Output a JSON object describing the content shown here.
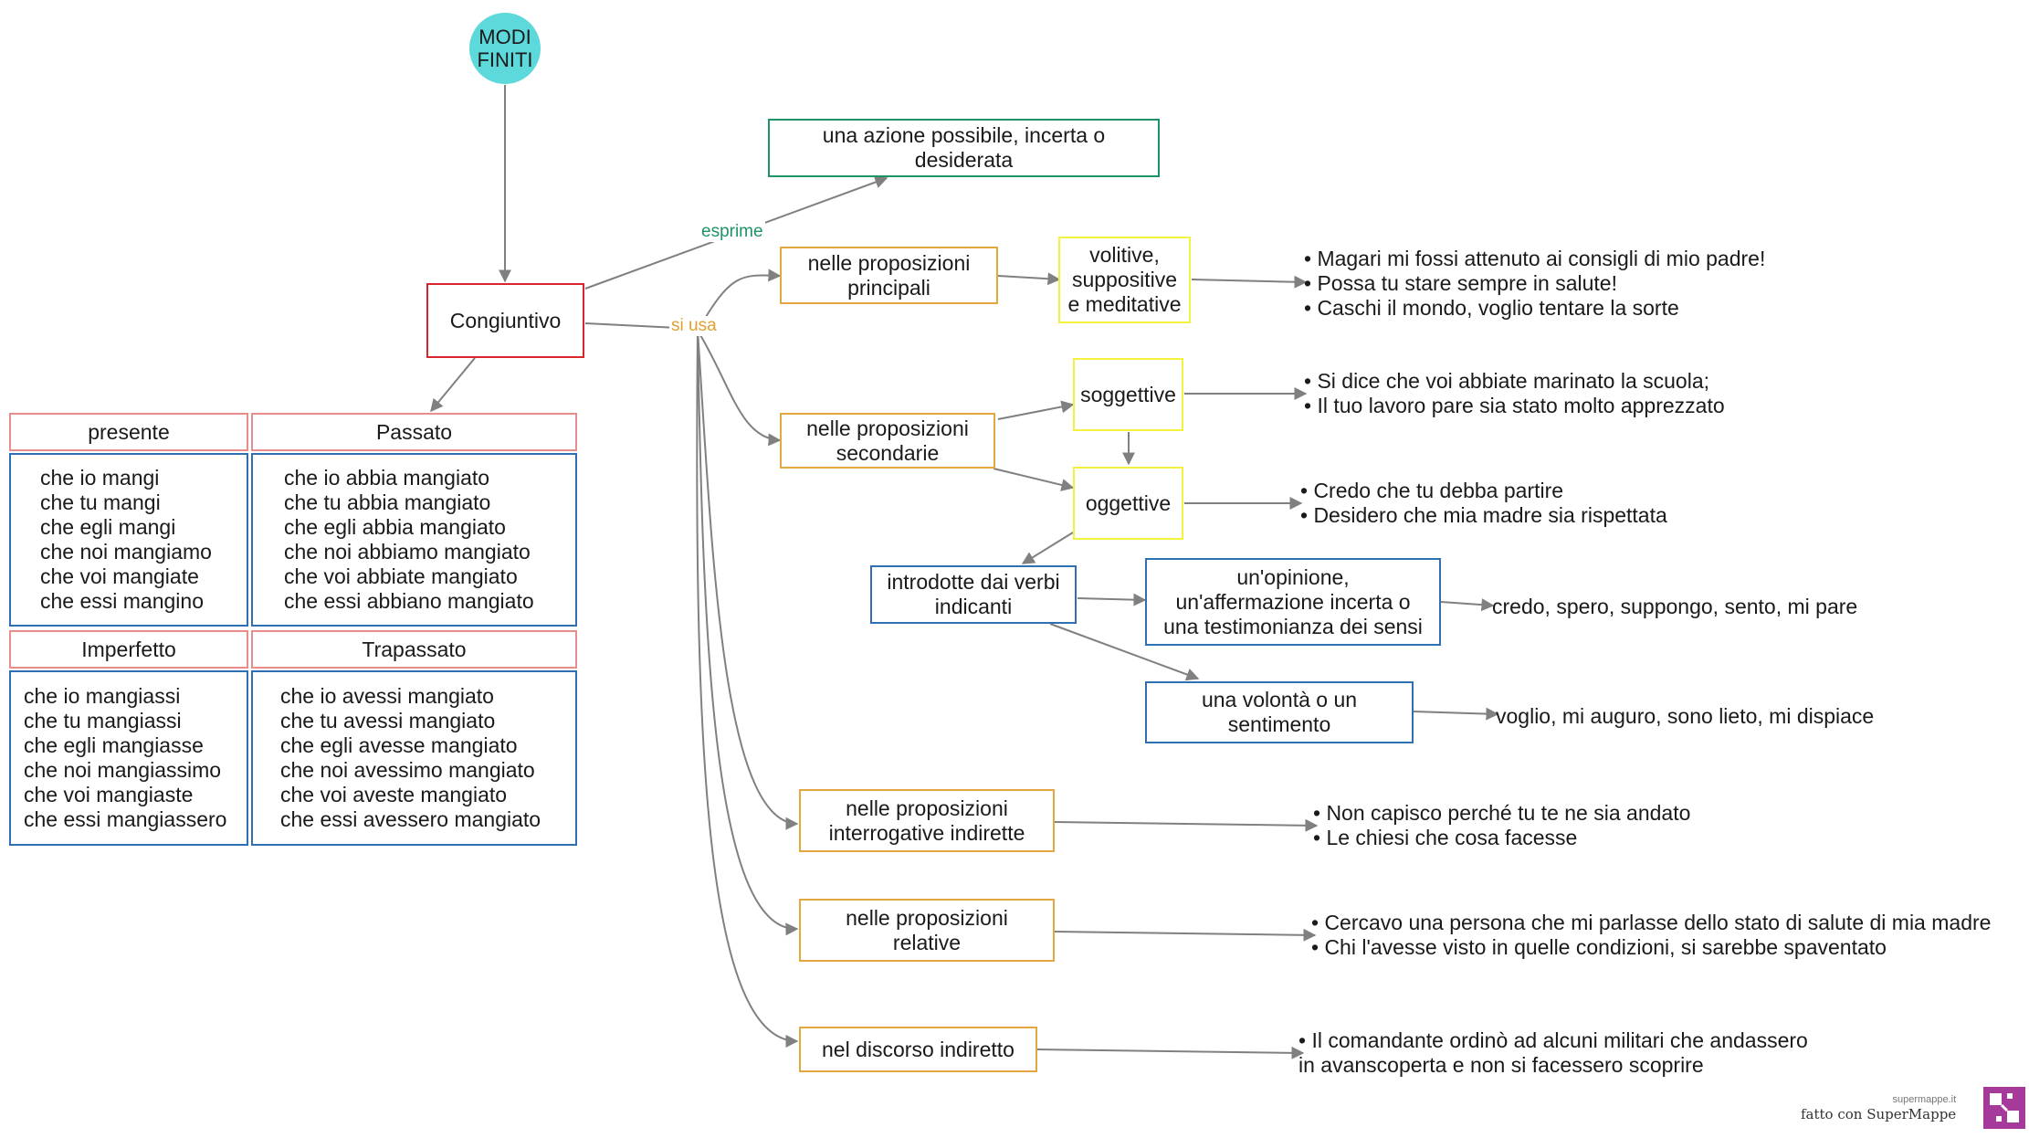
{
  "root": "MODI\nFINITI",
  "congiuntivo": "Congiuntivo",
  "labels": {
    "esprime": "esprime",
    "si_usa": "si usa"
  },
  "esprime_node": "una azione possibile, incerta o\ndesiderata",
  "tenses": {
    "presente": {
      "title": "presente",
      "forms": "che io mangi\nche tu mangi\nche egli mangi\nche noi mangiamo\nche voi mangiate\nche essi mangino"
    },
    "passato": {
      "title": "Passato",
      "forms": "che io abbia mangiato\nche tu abbia mangiato\nche egli abbia mangiato\nche noi abbiamo mangiato\nche voi abbiate mangiato\nche essi abbiano mangiato"
    },
    "imperfetto": {
      "title": "Imperfetto",
      "forms": "che io mangiassi\nche tu mangiassi\nche egli mangiasse\nche noi mangiassimo\nche voi mangiaste\nche essi mangiassero"
    },
    "trapassato": {
      "title": "Trapassato",
      "forms": "che io avessi mangiato\nche tu avessi mangiato\nche egli avesse mangiato\nche noi avessimo mangiato\nche voi aveste mangiato\nche essi avessero mangiato"
    }
  },
  "uses": {
    "principali": "nelle proposizioni\nprincipali",
    "volitive": "volitive,\nsuppositive\ne meditative",
    "volitive_examples": "• Magari mi fossi attenuto ai consigli di mio padre!\n• Possa tu stare sempre in salute!\n• Caschi il mondo, voglio tentare la sorte",
    "secondarie": "nelle proposizioni\nsecondarie",
    "soggettive": "soggettive",
    "soggettive_examples": "• Si dice che voi abbiate marinato la scuola;\n• Il tuo lavoro pare sia stato molto apprezzato",
    "oggettive": "oggettive",
    "oggettive_examples": "• Credo che tu debba partire\n• Desidero che mia madre sia rispettata",
    "introdotte": "introdotte dai verbi\nindicanti",
    "opinione": "un'opinione,\nun'affermazione incerta o\nuna testimonianza dei sensi",
    "opinione_examples": "credo, spero, suppongo, sento, mi pare",
    "volonta": "una volontà o un\nsentimento",
    "volonta_examples": "voglio, mi auguro, sono lieto, mi dispiace",
    "interrogative": "nelle proposizioni\ninterrogative indirette",
    "interrogative_examples": "• Non capisco perché tu te ne sia andato\n• Le chiesi che cosa facesse",
    "relative": "nelle proposizioni\nrelative",
    "relative_examples": "• Cercavo una persona che mi parlasse dello stato di salute di mia madre\n• Chi l'avesse visto in quelle condizioni, si sarebbe spaventato",
    "indiretto": "nel discorso indiretto",
    "indiretto_examples": "• Il comandante ordinò ad alcuni militari che andassero\n   in avanscoperta e non si facessero scoprire"
  },
  "footer": {
    "site": "supermappe.it",
    "credit": "fatto con SuperMappe"
  },
  "colors": {
    "root": "#5ed9db",
    "congiuntivo": "#d9262c",
    "esprime": "#1e9466",
    "usi": "#e3a840",
    "tipi": "#f3f33d",
    "blu": "#2f6fb4",
    "titoli": "#e88c8c",
    "edge": "#808080"
  }
}
